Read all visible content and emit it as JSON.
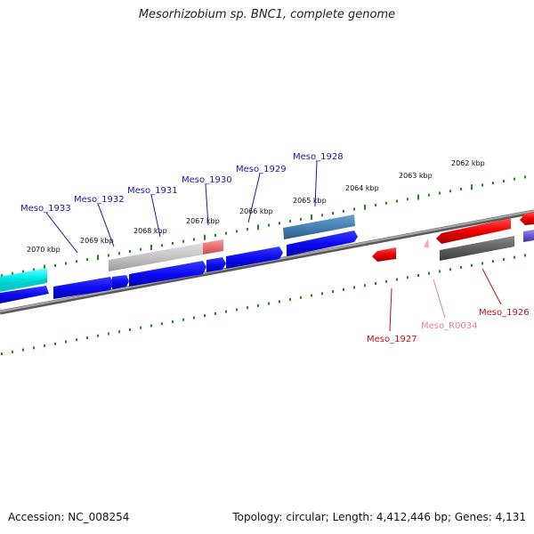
{
  "title": "Mesorhizobium sp. BNC1, complete genome",
  "footer": {
    "accession": "Accession: NC_008254",
    "stats": "Topology: circular; Length: 4,412,446 bp; Genes: 4,131"
  },
  "colors": {
    "forward_cds": "#0b0bf0",
    "reverse_cds": "#ee0000",
    "rna": "#f0a0c0",
    "tick": "#1e8a1e",
    "backbone": "#808080"
  },
  "scale_labels": [
    "2070 kbp",
    "2069 kbp",
    "2068 kbp",
    "2067 kbp",
    "2066 kbp",
    "2065 kbp",
    "2064 kbp",
    "2063 kbp",
    "2062 kbp"
  ],
  "gene_labels": {
    "meso_1933": "Meso_1933",
    "meso_1932": "Meso_1932",
    "meso_1931": "Meso_1931",
    "meso_1930": "Meso_1930",
    "meso_1929": "Meso_1929",
    "meso_1928": "Meso_1928",
    "meso_1927": "Meso_1927",
    "meso_r0034": "Meso_R0034",
    "meso_1926": "Meso_1926"
  }
}
